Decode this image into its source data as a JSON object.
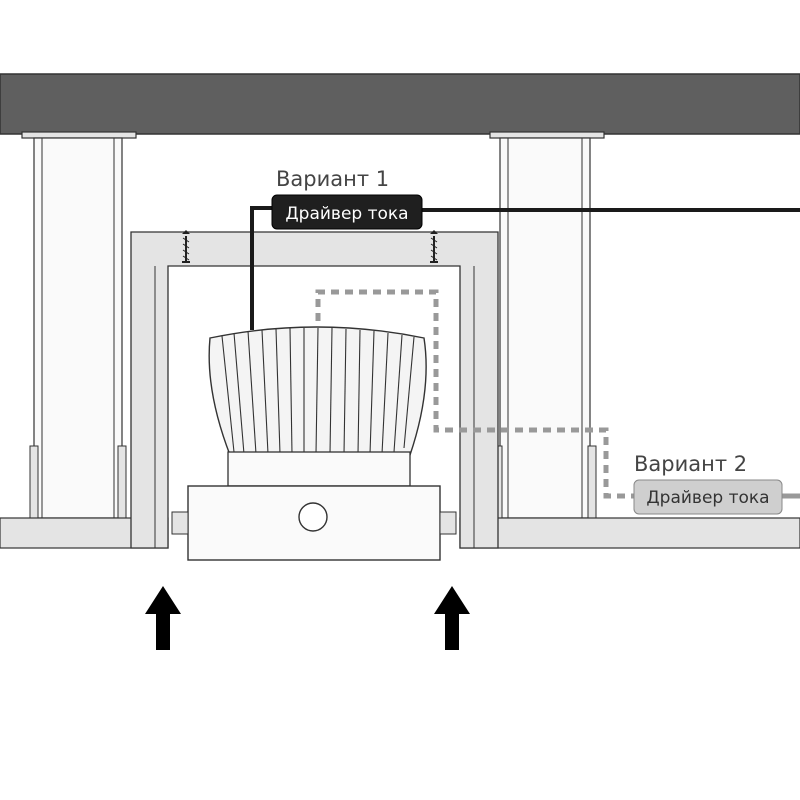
{
  "variant1": {
    "caption": "Вариант 1",
    "driver_label": "Драйвер тока"
  },
  "variant2": {
    "caption": "Вариант 2",
    "driver_label": "Драйвер тока"
  },
  "colors": {
    "ceiling": "#5f5f5f",
    "structure_fill": "#e4e4e4",
    "outline": "#333333",
    "cable": "#1a1a1a",
    "cable_dashed": "#999999",
    "driver1_fill": "#1f1f1f",
    "driver2_fill": "#cfcfcf",
    "text": "#444444",
    "arrow": "#000000"
  },
  "icons": [
    "upward-arrow-icon",
    "mounting-screw-icon"
  ]
}
